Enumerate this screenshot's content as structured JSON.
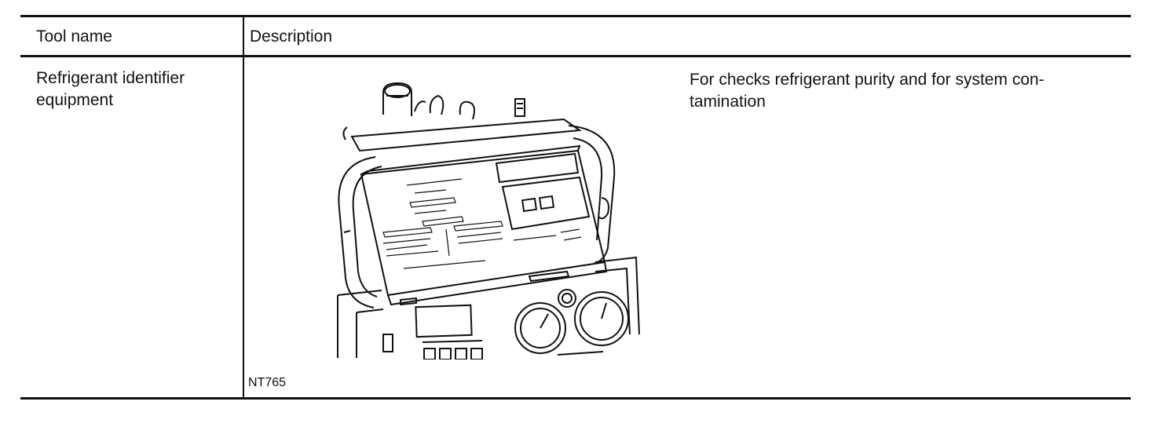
{
  "table": {
    "headers": {
      "tool_name": "Tool name",
      "description": "Description"
    },
    "rows": [
      {
        "tool_name": "Refrigerant identifier equipment",
        "figure_code": "NT765",
        "figure_icon": "refrigerant-identifier-equipment-illustration",
        "description": "For checks refrigerant purity and for system con-tamination"
      }
    ]
  }
}
